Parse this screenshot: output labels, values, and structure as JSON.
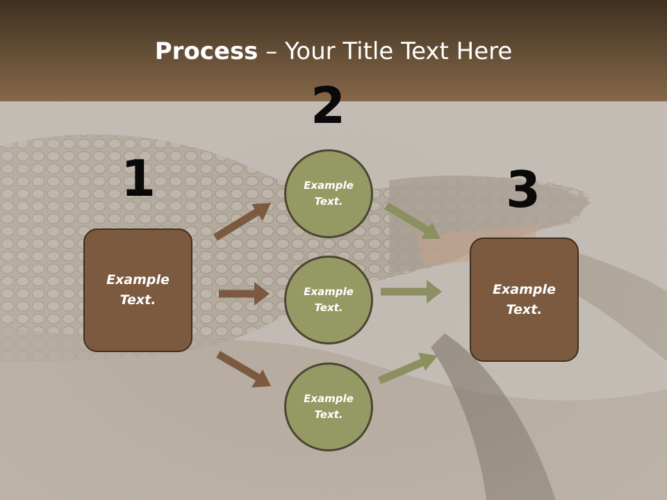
{
  "slide": {
    "title_bold": "Process",
    "title_rest": " – Your Title Text Here",
    "background": "crocodile-photo",
    "colors": {
      "header": "#6e5439",
      "box_fill": "#7b5a3f",
      "circle_fill": "#959964",
      "arrow_brown": "#7b5a3f",
      "arrow_olive": "#8c9060"
    }
  },
  "steps": {
    "one": {
      "number": "1",
      "text": "Example\nText."
    },
    "two": {
      "number": "2"
    },
    "three": {
      "number": "3",
      "text": "Example\nText."
    }
  },
  "circles": [
    {
      "text": "Example\nText."
    },
    {
      "text": "Example\nText."
    },
    {
      "text": "Example\nText."
    }
  ]
}
